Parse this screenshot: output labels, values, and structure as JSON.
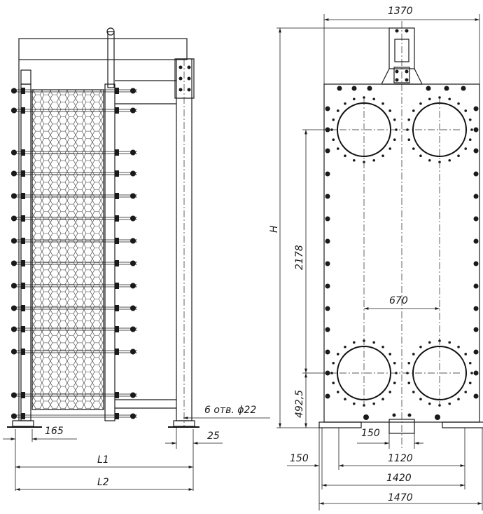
{
  "drawing": {
    "dimensions": {
      "top_width": "1370",
      "height_label": "H",
      "port_vertical_spacing": "2178",
      "port_horizontal_spacing": "670",
      "bottom_port_height": "492,5",
      "base_port_150": "150",
      "left_offset_150": "150",
      "bolt_spacing_1120": "1120",
      "width_1420": "1420",
      "width_1470": "1470",
      "holes_note": "6 отв. ϕ22",
      "side_25": "25",
      "side_165": "165",
      "length_l1": "L1",
      "length_l2": "L2"
    }
  }
}
